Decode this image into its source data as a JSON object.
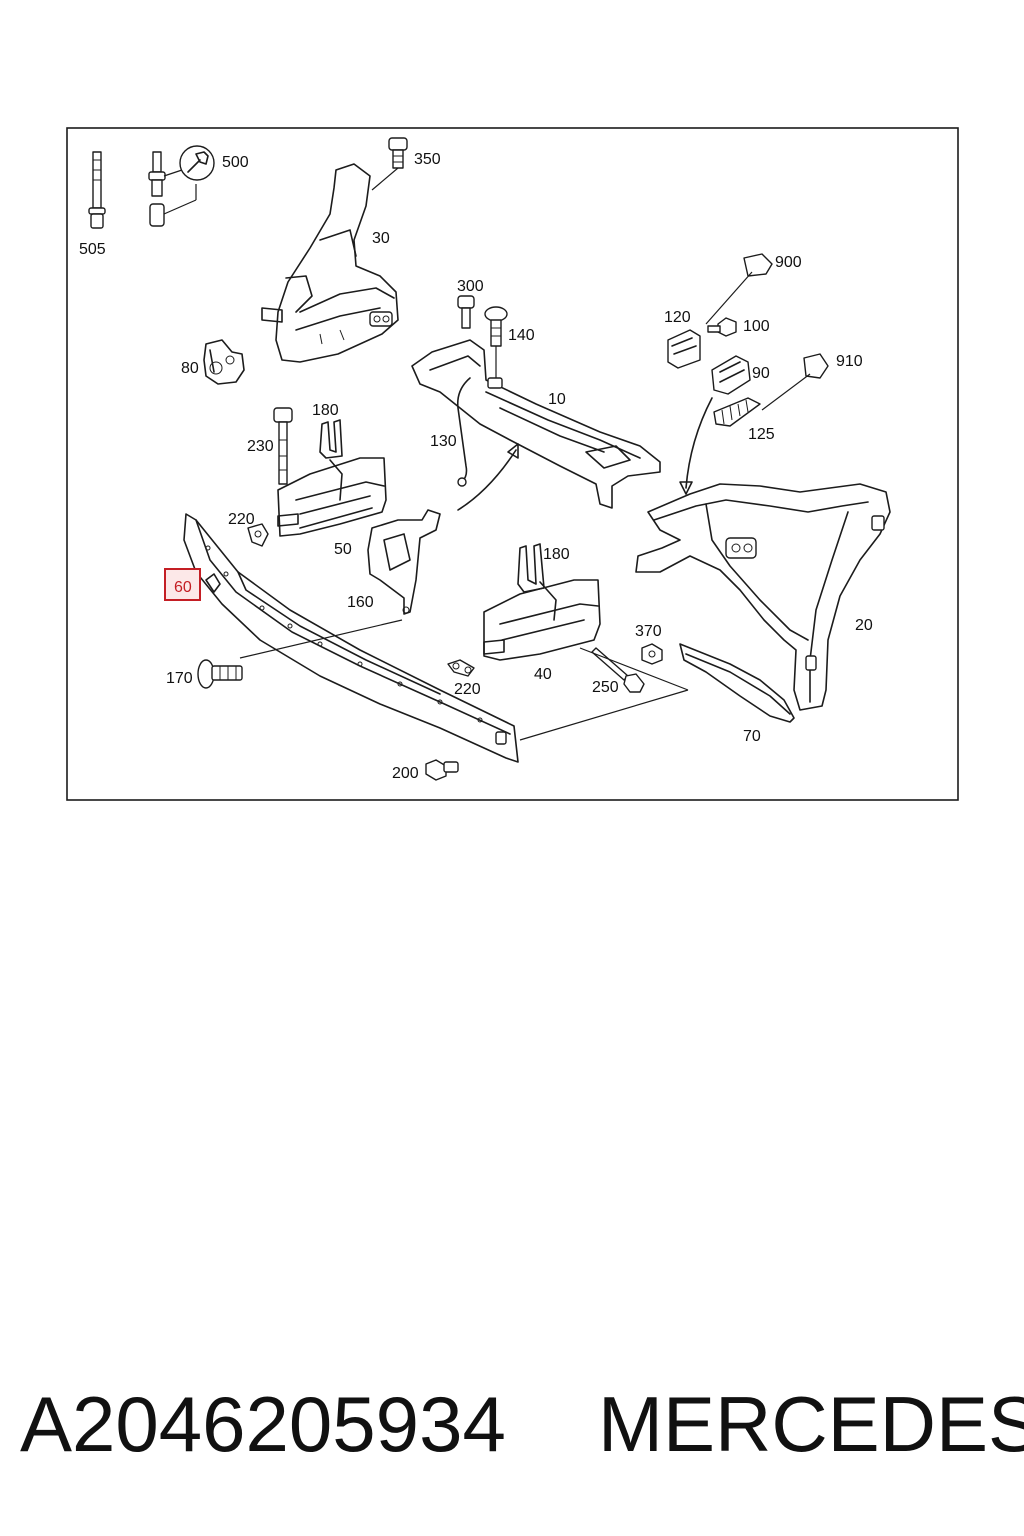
{
  "diagram": {
    "highlight_color": "#c41e24",
    "labels": {
      "l505": "505",
      "l500": "500",
      "l350": "350",
      "l30": "30",
      "l80": "80",
      "l300": "300",
      "l140": "140",
      "l10": "10",
      "l130": "130",
      "l180a": "180",
      "l230": "230",
      "l220a": "220",
      "l50": "50",
      "l60": "60",
      "l160": "160",
      "l180b": "180",
      "l170": "170",
      "l220b": "220",
      "l40": "40",
      "l370": "370",
      "l250": "250",
      "l200": "200",
      "l70": "70",
      "l20": "20",
      "l900": "900",
      "l120": "120",
      "l100": "100",
      "l910": "910",
      "l90": "90",
      "l125": "125"
    }
  },
  "caption": {
    "part_number": "A2046205934",
    "brand": "MERCEDES"
  }
}
